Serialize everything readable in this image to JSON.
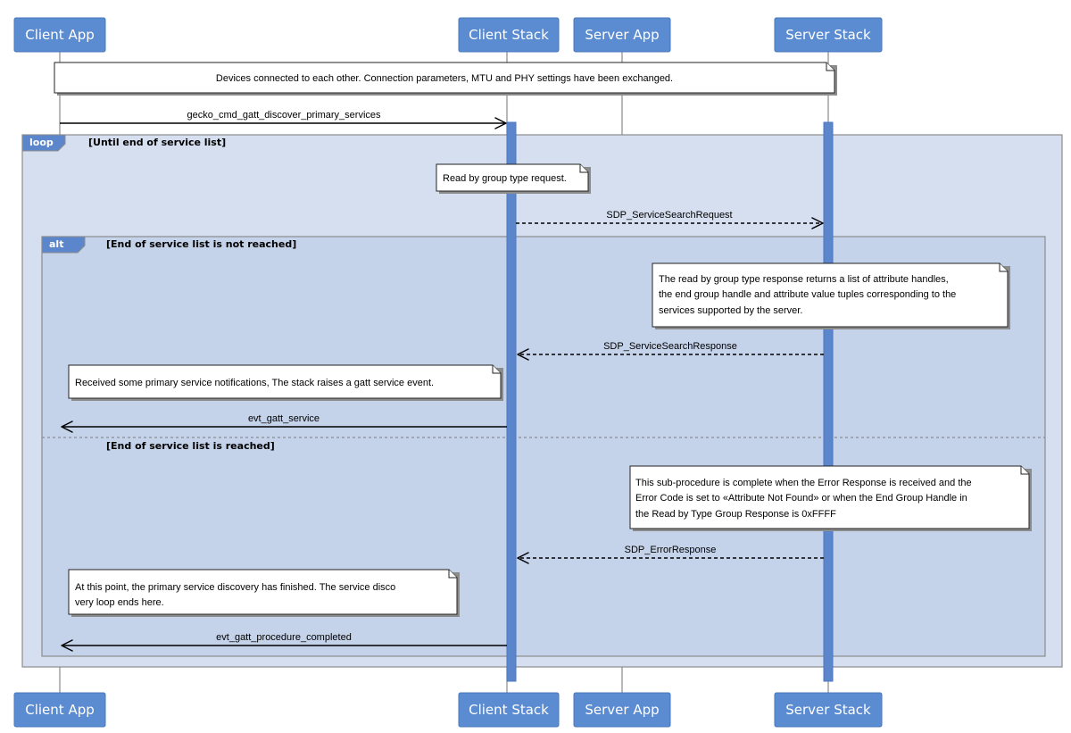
{
  "participants": {
    "client_app": "Client App",
    "client_stack": "Client Stack",
    "server_app": "Server App",
    "server_stack": "Server Stack"
  },
  "notes": {
    "connected": "Devices connected to each other. Connection parameters, MTU and PHY settings have been exchanged.",
    "read_by_group": "Read by group type request.",
    "response_info": [
      "The read by group type response returns a list of attribute handles,",
      "the end group handle and attribute value tuples corresponding to the",
      "services supported by the server."
    ],
    "received_notifications": "Received some primary service notifications, The stack raises a gatt service event.",
    "complete_condition": [
      "This sub-procedure is complete when the Error Response is received and the",
      "Error Code is set to «Attribute Not Found» or when the End Group Handle in",
      "the Read by Type Group Response is 0xFFFF"
    ],
    "finished": [
      "At this point, the primary service discovery has finished. The service disco",
      "very loop ends here."
    ]
  },
  "messages": {
    "discover": "gecko_cmd_gatt_discover_primary_services",
    "search_request": "SDP_ServiceSearchRequest",
    "search_response": "SDP_ServiceSearchResponse",
    "gatt_service": "evt_gatt_service",
    "error_response": "SDP_ErrorResponse",
    "procedure_completed": "evt_gatt_procedure_completed"
  },
  "frames": {
    "loop_tag": "loop",
    "loop_guard": "[Until end of service list]",
    "alt_tag": "alt",
    "alt_guard_1": "[End of service list is not reached]",
    "alt_guard_2": "[End of service list is reached]"
  },
  "colors": {
    "actor": "#5b8bd0",
    "activation": "#5b86cc",
    "loop_fill": "#d5dff0",
    "alt_fill": "#c4d2ea"
  }
}
